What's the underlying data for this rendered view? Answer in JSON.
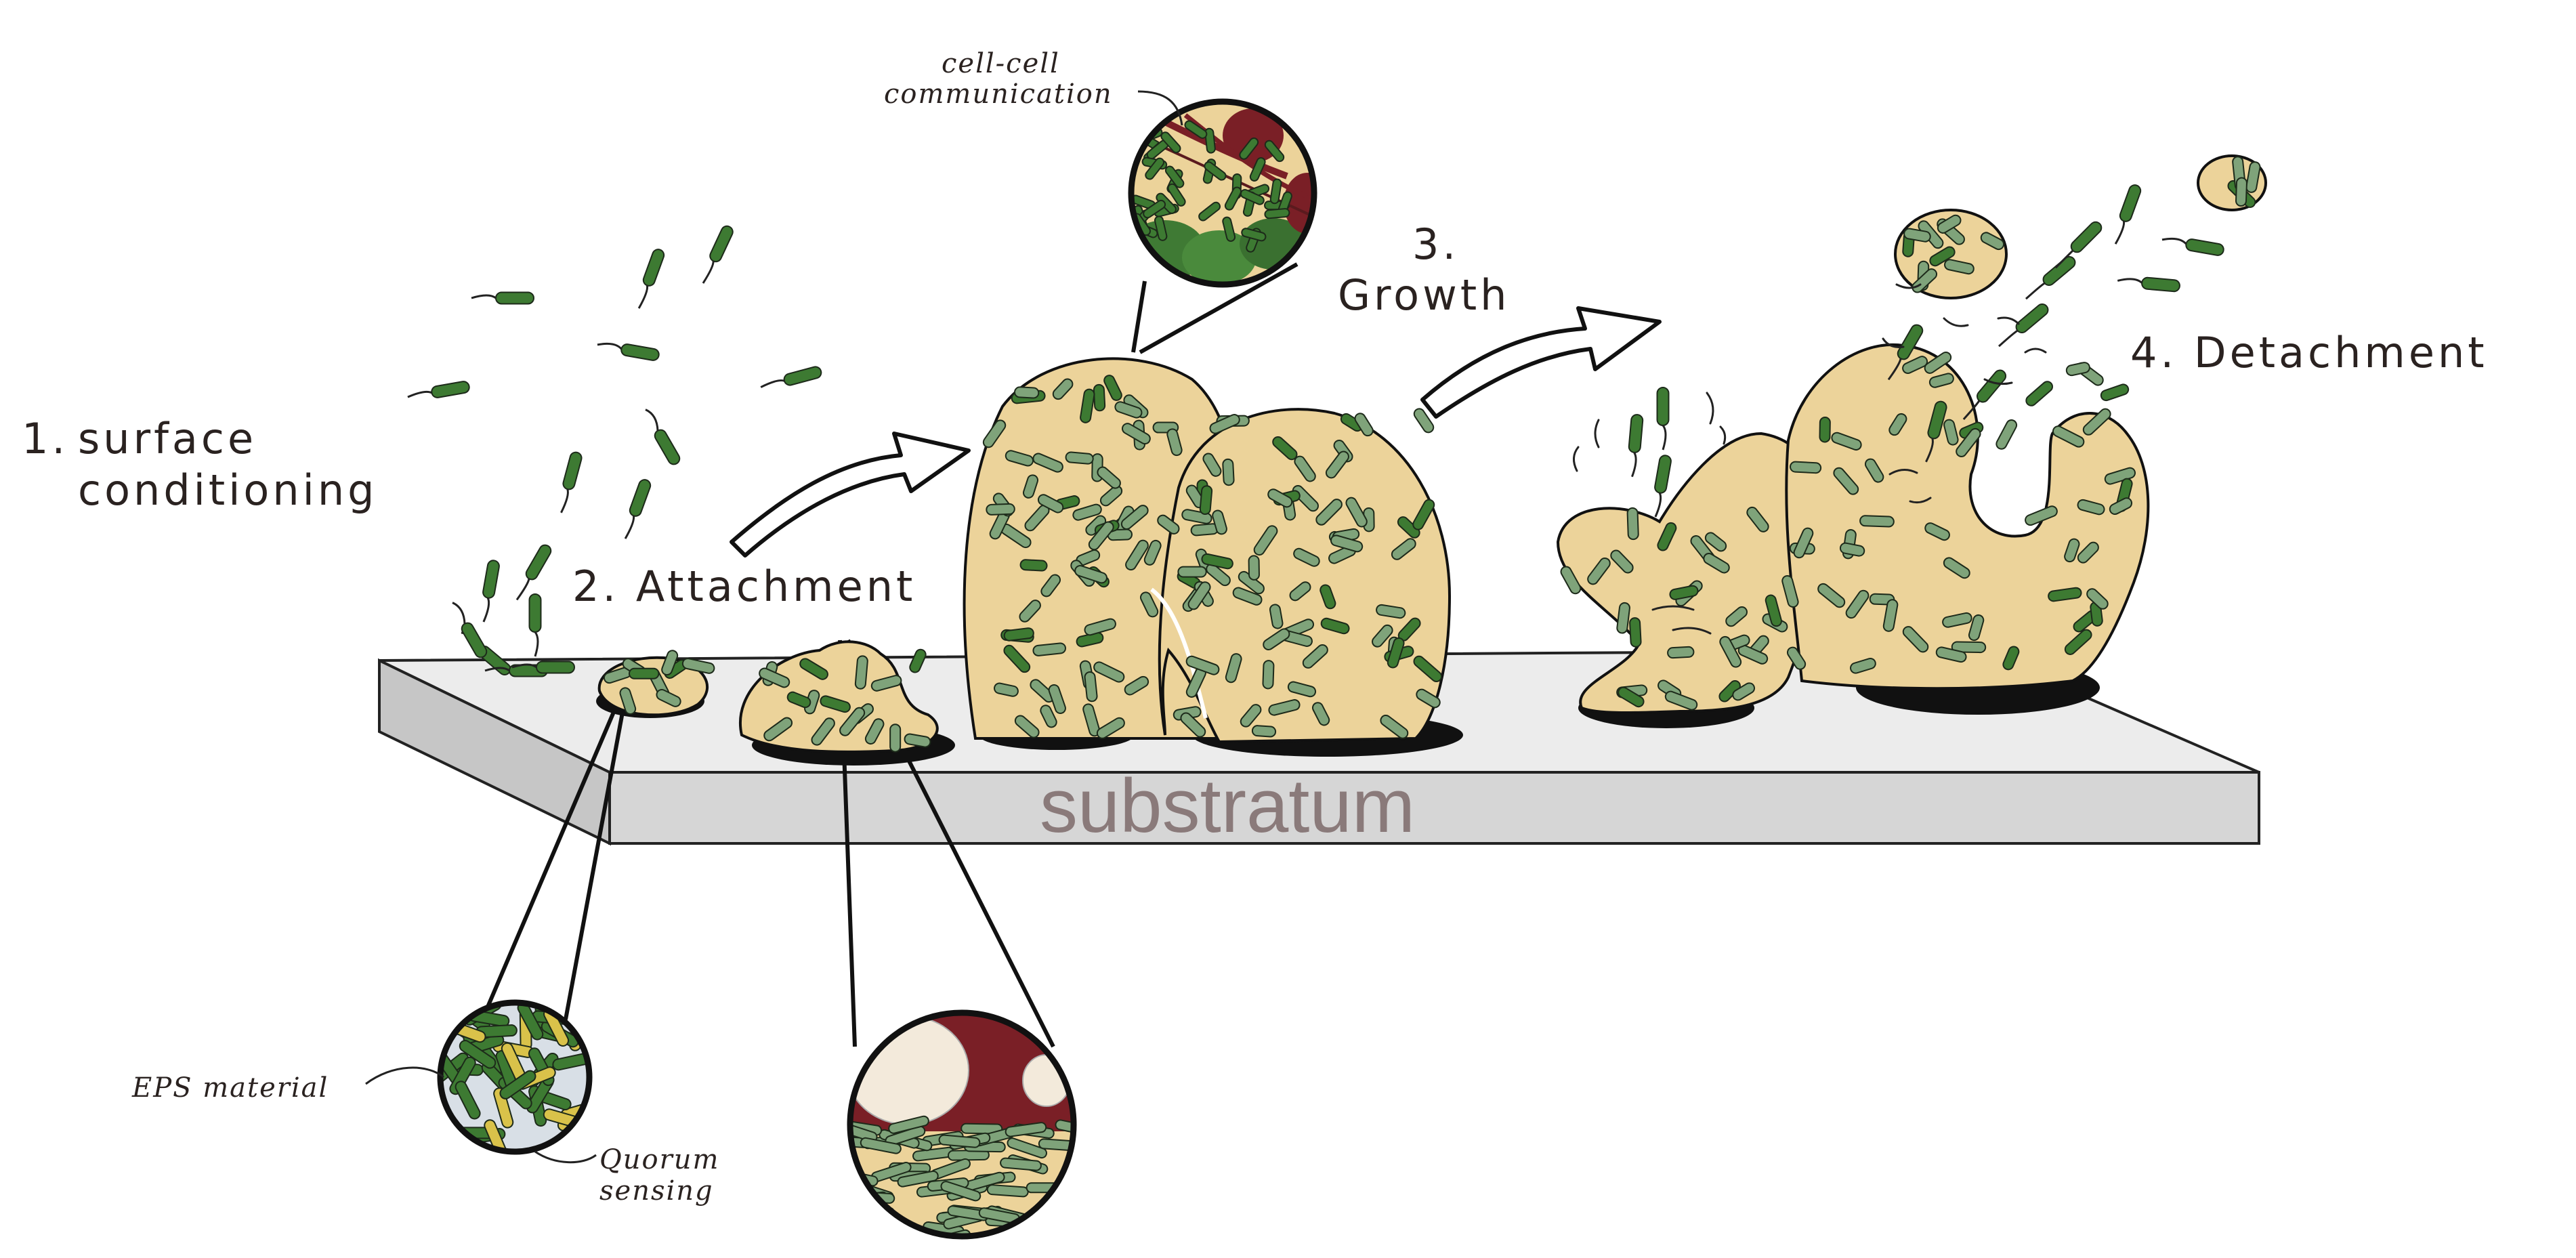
{
  "labels": {
    "stage1_num": "1.",
    "stage1_line1": "surface",
    "stage1_line2": "conditioning",
    "stage2": "2. Attachment",
    "stage3_num": "3.",
    "stage3_word": "Growth",
    "stage4": "4. Detachment",
    "substratum": "substratum",
    "cell_comm_line1": "cell-cell",
    "cell_comm_line2": "communication",
    "eps": "EPS material",
    "quorum_line1": "Quorum",
    "quorum_line2": "sensing"
  },
  "colors": {
    "biofilm_fill": "#ecd39a",
    "bacteria_green": "#3d7a32",
    "bacteria_light": "#7fa37a",
    "maroon": "#7a1f26",
    "substratum_top": "#e6e6e6",
    "substratum_front": "#d2d2d2",
    "shadow": "#111111"
  }
}
